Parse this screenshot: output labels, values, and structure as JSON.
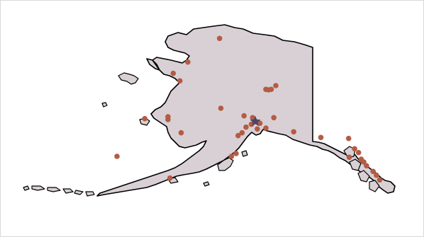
{
  "map": {
    "region": "Alaska",
    "colors": {
      "land": "#d9d0d6",
      "border": "#000000",
      "marker": "#b35c44",
      "highlight_marker": "#4e4566",
      "background": "#ffffff"
    },
    "marker_icon": "circle-marker-icon",
    "highlight_icon": "star-marker-icon"
  },
  "points": [
    {
      "lon": -155.0,
      "lat": 70.0,
      "type": "circle"
    },
    {
      "lon": -159.8,
      "lat": 67.5,
      "type": "circle"
    },
    {
      "lon": -162.0,
      "lat": 66.3,
      "type": "circle"
    },
    {
      "lon": -161.0,
      "lat": 65.5,
      "type": "circle"
    },
    {
      "lon": -146.5,
      "lat": 65.0,
      "type": "circle"
    },
    {
      "lon": -148.0,
      "lat": 64.6,
      "type": "circle"
    },
    {
      "lon": -147.6,
      "lat": 64.55,
      "type": "circle"
    },
    {
      "lon": -147.2,
      "lat": 64.6,
      "type": "circle"
    },
    {
      "lon": -154.8,
      "lat": 62.6,
      "type": "circle"
    },
    {
      "lon": -151.3,
      "lat": 61.8,
      "type": "circle"
    },
    {
      "lon": -150.0,
      "lat": 61.6,
      "type": "circle"
    },
    {
      "lon": -146.8,
      "lat": 61.6,
      "type": "circle"
    },
    {
      "lon": -162.8,
      "lat": 61.7,
      "type": "circle"
    },
    {
      "lon": -162.8,
      "lat": 61.4,
      "type": "circle"
    },
    {
      "lon": -166.3,
      "lat": 61.5,
      "type": "circle"
    },
    {
      "lon": -148.9,
      "lat": 61.0,
      "type": "circle"
    },
    {
      "lon": -150.2,
      "lat": 60.9,
      "type": "circle"
    },
    {
      "lon": -151.0,
      "lat": 60.6,
      "type": "circle"
    },
    {
      "lon": -149.3,
      "lat": 60.4,
      "type": "circle"
    },
    {
      "lon": -148.0,
      "lat": 60.5,
      "type": "circle"
    },
    {
      "lon": -151.6,
      "lat": 60.0,
      "type": "circle"
    },
    {
      "lon": -152.2,
      "lat": 59.7,
      "type": "circle"
    },
    {
      "lon": -143.8,
      "lat": 60.1,
      "type": "circle"
    },
    {
      "lon": -160.8,
      "lat": 60.0,
      "type": "circle"
    },
    {
      "lon": -170.5,
      "lat": 57.5,
      "type": "circle"
    },
    {
      "lon": -139.7,
      "lat": 59.5,
      "type": "circle"
    },
    {
      "lon": -135.5,
      "lat": 59.4,
      "type": "circle"
    },
    {
      "lon": -134.6,
      "lat": 58.3,
      "type": "circle"
    },
    {
      "lon": -135.4,
      "lat": 57.4,
      "type": "circle"
    },
    {
      "lon": -134.0,
      "lat": 57.9,
      "type": "circle"
    },
    {
      "lon": -133.6,
      "lat": 57.2,
      "type": "circle"
    },
    {
      "lon": -133.2,
      "lat": 56.9,
      "type": "circle"
    },
    {
      "lon": -132.8,
      "lat": 56.5,
      "type": "circle"
    },
    {
      "lon": -131.8,
      "lat": 55.9,
      "type": "circle"
    },
    {
      "lon": -131.3,
      "lat": 55.5,
      "type": "circle"
    },
    {
      "lon": -130.8,
      "lat": 55.0,
      "type": "circle"
    },
    {
      "lon": -152.5,
      "lat": 57.8,
      "type": "circle"
    },
    {
      "lon": -153.2,
      "lat": 57.5,
      "type": "circle"
    },
    {
      "lon": -162.5,
      "lat": 55.2,
      "type": "circle"
    },
    {
      "lon": -149.6,
      "lat": 61.2,
      "type": "star"
    }
  ]
}
